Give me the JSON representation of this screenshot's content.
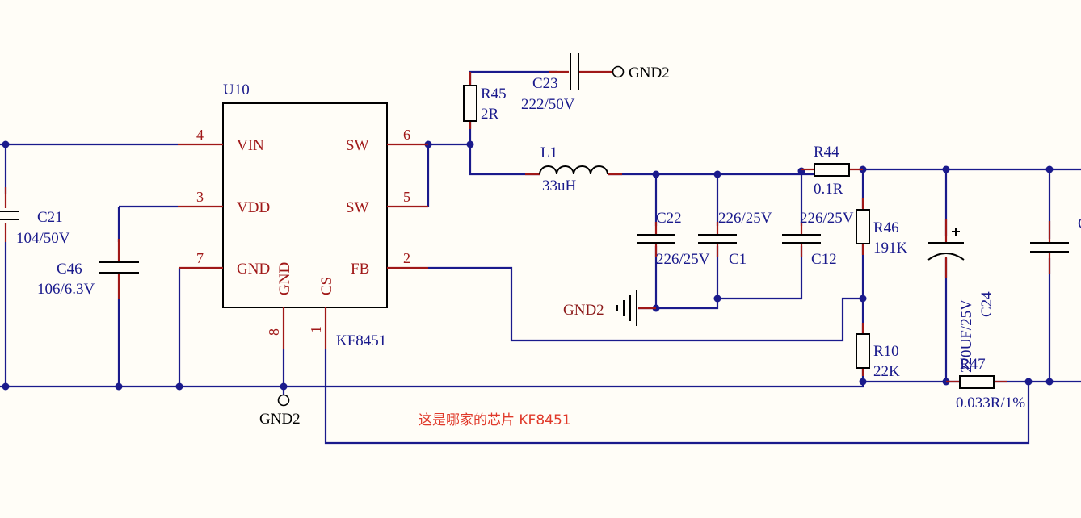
{
  "colors": {
    "background": "#fffdf7",
    "wire": "#1a1a8c",
    "pin": "#a01818",
    "note": "#e0392a"
  },
  "ic": {
    "ref": "U10",
    "part": "KF8451",
    "pins": {
      "vin": {
        "num": "4",
        "name": "VIN"
      },
      "vdd": {
        "num": "3",
        "name": "VDD"
      },
      "gnd": {
        "num": "7",
        "name": "GND"
      },
      "sw1": {
        "num": "6",
        "name": "SW"
      },
      "sw2": {
        "num": "5",
        "name": "SW"
      },
      "fb": {
        "num": "2",
        "name": "FB"
      },
      "gnd8": {
        "num": "8",
        "name": "GND"
      },
      "cs": {
        "num": "1",
        "name": "CS"
      }
    }
  },
  "components": {
    "c21": {
      "ref": "C21",
      "value": "104/50V"
    },
    "c46": {
      "ref": "C46",
      "value": "106/6.3V"
    },
    "r45": {
      "ref": "R45",
      "value": "2R"
    },
    "c23": {
      "ref": "C23",
      "value": "222/50V"
    },
    "l1": {
      "ref": "L1",
      "value": "33uH"
    },
    "c22": {
      "ref": "C22",
      "value": "226/25V"
    },
    "c1": {
      "ref": "C1",
      "value": "226/25V"
    },
    "c12": {
      "ref": "C12",
      "value": "226/25V"
    },
    "r44": {
      "ref": "R44",
      "value": "0.1R"
    },
    "r46": {
      "ref": "R46",
      "value": "191K"
    },
    "r10": {
      "ref": "R10",
      "value": "22K"
    },
    "c24": {
      "ref": "C24",
      "value": "220UF/25V"
    },
    "r47": {
      "ref": "R47",
      "value": "0.033R/1%"
    },
    "c_partial": {
      "ref": "C"
    }
  },
  "nets": {
    "gnd2_top": "GND2",
    "gnd2_mid": "GND2",
    "gnd2_bottom": "GND2"
  },
  "annotation": "这是哪家的芯片 KF8451"
}
